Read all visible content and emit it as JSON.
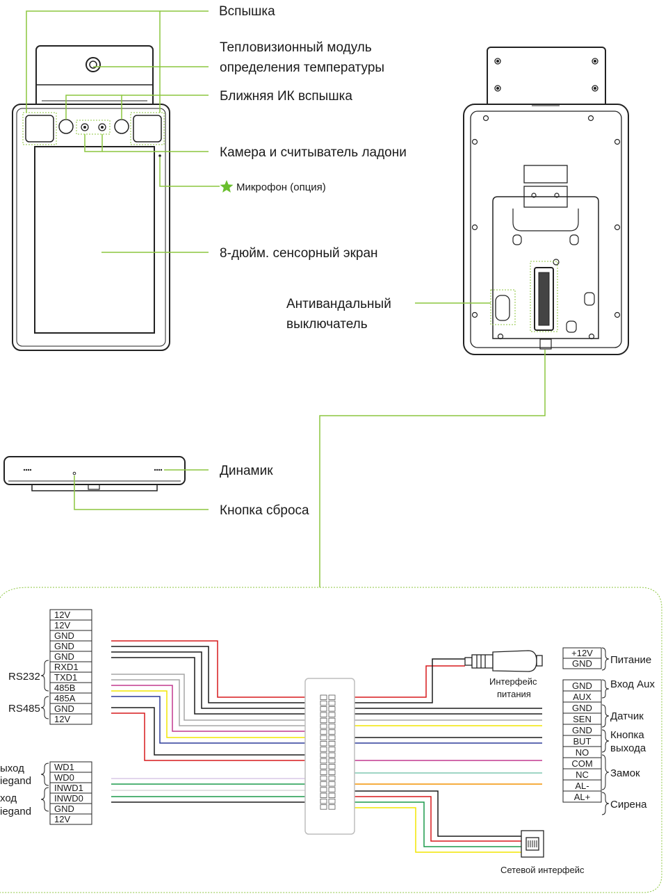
{
  "colors": {
    "callout": "#8cc63f",
    "device_stroke": "#222222",
    "wire_red": "#d7191c",
    "wire_black": "#1a1a1a",
    "wire_gray": "#a6a6a6",
    "wire_white": "#d9d9d9",
    "wire_pink": "#c2398f",
    "wire_yellow": "#f2e600",
    "wire_blue": "#2b3a99",
    "wire_green": "#1a9a4a",
    "wire_orange": "#f39200",
    "wire_lightpurple": "#d8c9e6",
    "wire_teal": "#7fc7b0",
    "star": "#6abf2e"
  },
  "icons": [
    "star-icon",
    "dc-power-plug-icon",
    "rj45-port-icon"
  ],
  "callouts": {
    "flash": "Вспышка",
    "thermal_line1": "Тепловизионный модуль",
    "thermal_line2": "определения температуры",
    "nir_flash": "Ближняя ИК вспышка",
    "camera_palm": "Камера и считыватель ладони",
    "microphone": "Микрофон (опция)",
    "touchscreen": "8-дюйм. сенсорный экран",
    "tamper_line1": "Антивандальный",
    "tamper_line2": "выключатель",
    "speaker": "Динамик",
    "reset": "Кнопка сброса"
  },
  "left_terminals": {
    "group_top": [
      "12V",
      "12V",
      "GND",
      "GND",
      "GND",
      "RXD1",
      "TXD1",
      "485B",
      "485A",
      "GND",
      "12V"
    ],
    "group_bottom": [
      "WD1",
      "WD0",
      "INWD1",
      "INWD0",
      "GND",
      "12V"
    ],
    "brace_rs232": "RS232",
    "brace_rs485": "RS485",
    "brace_wiegand_out_line1": "ыход",
    "brace_wiegand_out_line2": "iegand",
    "brace_wiegand_in_line1": "ход",
    "brace_wiegand_in_line2": "iegand"
  },
  "right_terminals": {
    "power": [
      "+12V",
      "GND"
    ],
    "group_main": [
      "GND",
      "AUX",
      "GND",
      "SEN",
      "GND",
      "BUT",
      "NO",
      "COM",
      "NC",
      "AL-",
      "AL+"
    ],
    "brace_power": "Питание",
    "brace_aux": "Вход Aux",
    "brace_sensor": "Датчик",
    "brace_exit_line1": "Кнопка",
    "brace_exit_line2": "выхода",
    "brace_lock": "Замок",
    "brace_siren": "Сирена"
  },
  "power_interface_line1": "Интерфейс",
  "power_interface_line2": "питания",
  "network_interface": "Сетевой интерфейс"
}
